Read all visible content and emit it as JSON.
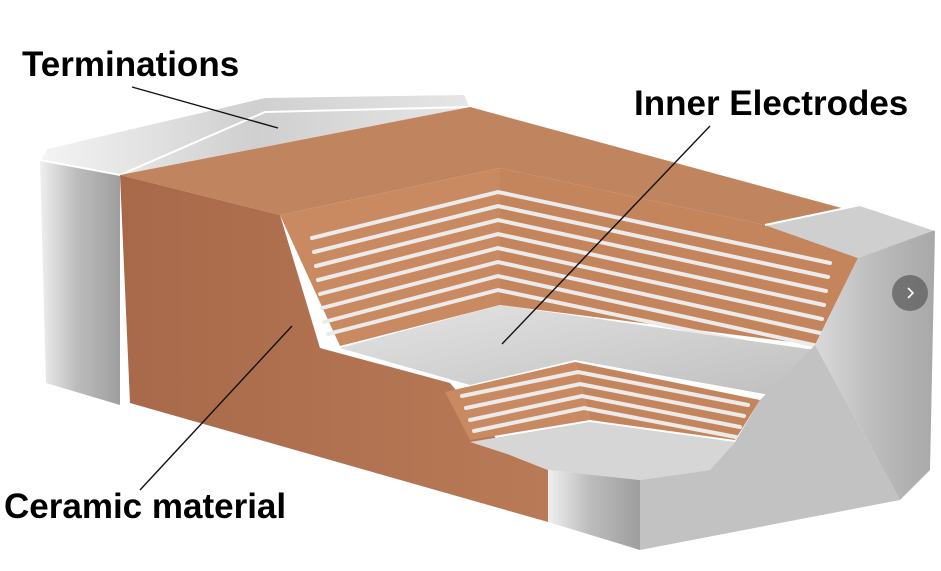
{
  "labels": {
    "terminations": "Terminations",
    "inner_electrodes": "Inner Electrodes",
    "ceramic_material": "Ceramic material"
  },
  "colors": {
    "ceramic_top": "#c0845e",
    "ceramic_front": "#b0714f",
    "ceramic_cut": "#c98a61",
    "termination_gray": "#d4d4d4",
    "electrode": "#e9e9e9",
    "nav_button": "#5a5a5a"
  },
  "icons": {
    "next": "chevron-right-icon"
  }
}
